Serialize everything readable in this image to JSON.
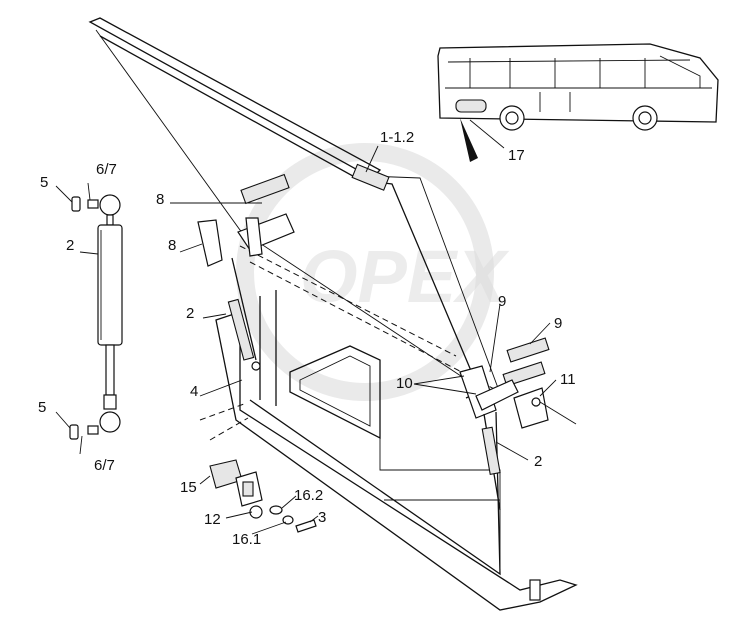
{
  "callouts": {
    "c_1_1_2": "1-1.2",
    "c_17": "17",
    "c_8_top": "8",
    "c_8_mid": "8",
    "c_5_top": "5",
    "c_6_7_top": "6/7",
    "c_2_left": "2",
    "c_2_mid": "2",
    "c_4": "4",
    "c_9_upper": "9",
    "c_9_right": "9",
    "c_10": "10",
    "c_11": "11",
    "c_2_right": "2",
    "c_5_bottom": "5",
    "c_6_7_bottom": "6/7",
    "c_15": "15",
    "c_16_2": "16.2",
    "c_3": "3",
    "c_12": "12",
    "c_16_1": "16.1"
  },
  "watermark": {
    "text": "OPEX"
  }
}
